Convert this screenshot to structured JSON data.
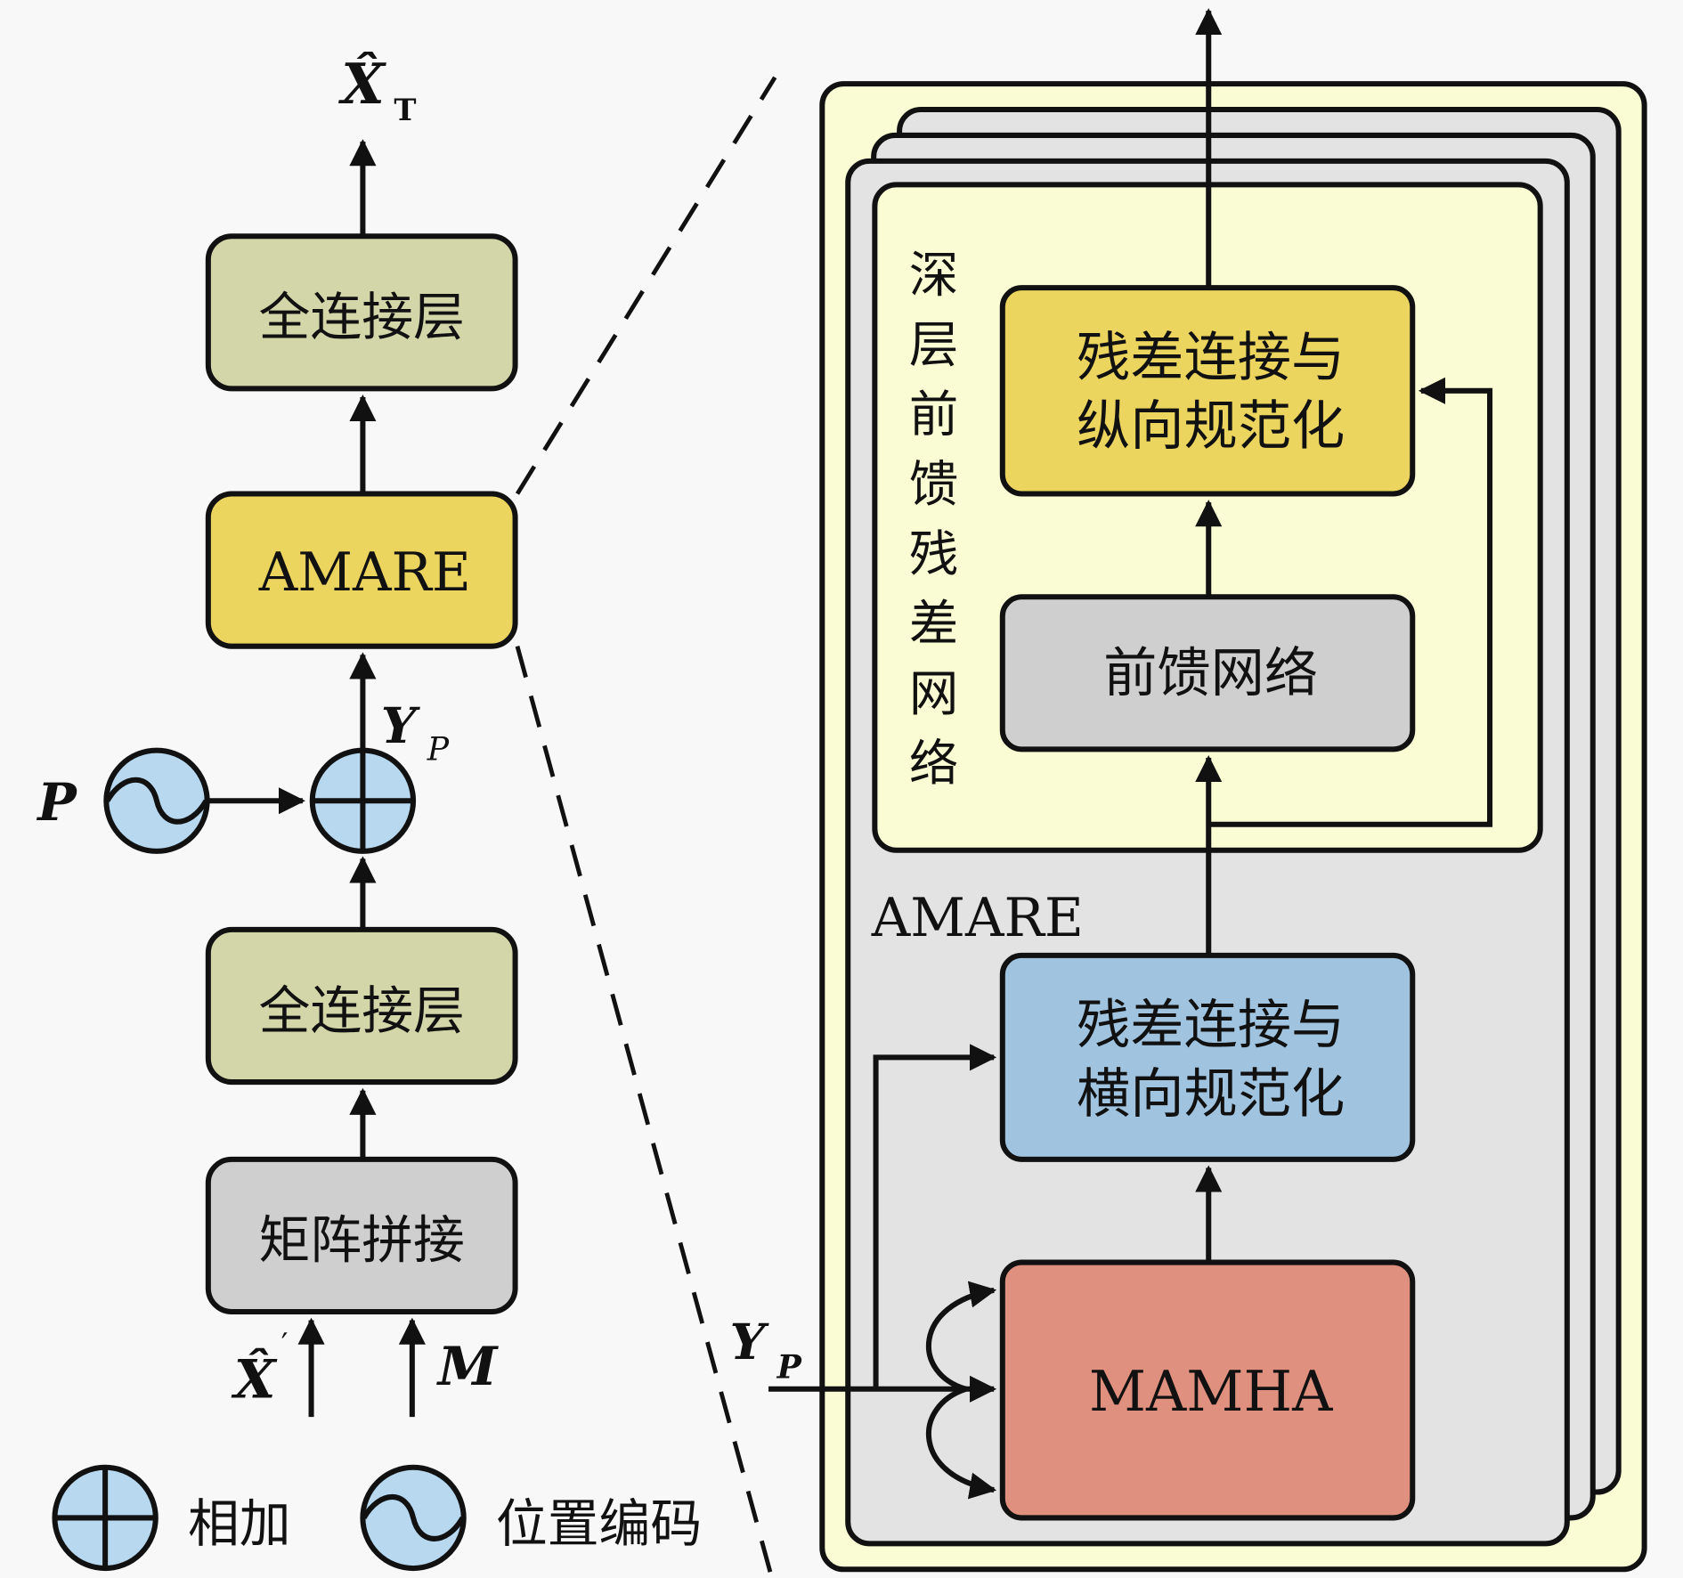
{
  "colors": {
    "fc_green": "#d3d6a9",
    "amare_yellow": "#ecd55e",
    "concat_gray": "#cfcfcf",
    "circle_blue": "#b7d8ef",
    "outer_yellow": "#fafdd4",
    "stack_gray": "#e3e3e3",
    "inner_yellow": "#fafdd4",
    "ln_blue": "#a0c4e0",
    "mamha_red": "#e0907e"
  },
  "left": {
    "output_label": "X̂",
    "output_sub": "T",
    "fc_top": "全连接层",
    "amare": "AMARE",
    "yp_label": "Y",
    "yp_sub": "P",
    "p_label": "P",
    "fc_bottom": "全连接层",
    "concat": "矩阵拼接",
    "input_x": "X̂",
    "input_x_prime": "′",
    "input_m": "M"
  },
  "legend": {
    "add": "相加",
    "pos_enc": "位置编码"
  },
  "right": {
    "deep_ff_label": [
      "深",
      "层",
      "前",
      "馈",
      "残",
      "差",
      "网",
      "络"
    ],
    "vertical_norm": [
      "残差连接与",
      "纵向规范化"
    ],
    "ffn": "前馈网络",
    "amare_label": "AMARE",
    "horizontal_norm": [
      "残差连接与",
      "横向规范化"
    ],
    "mamha": "MAMHA",
    "yp_label": "Y",
    "yp_sub": "P"
  }
}
